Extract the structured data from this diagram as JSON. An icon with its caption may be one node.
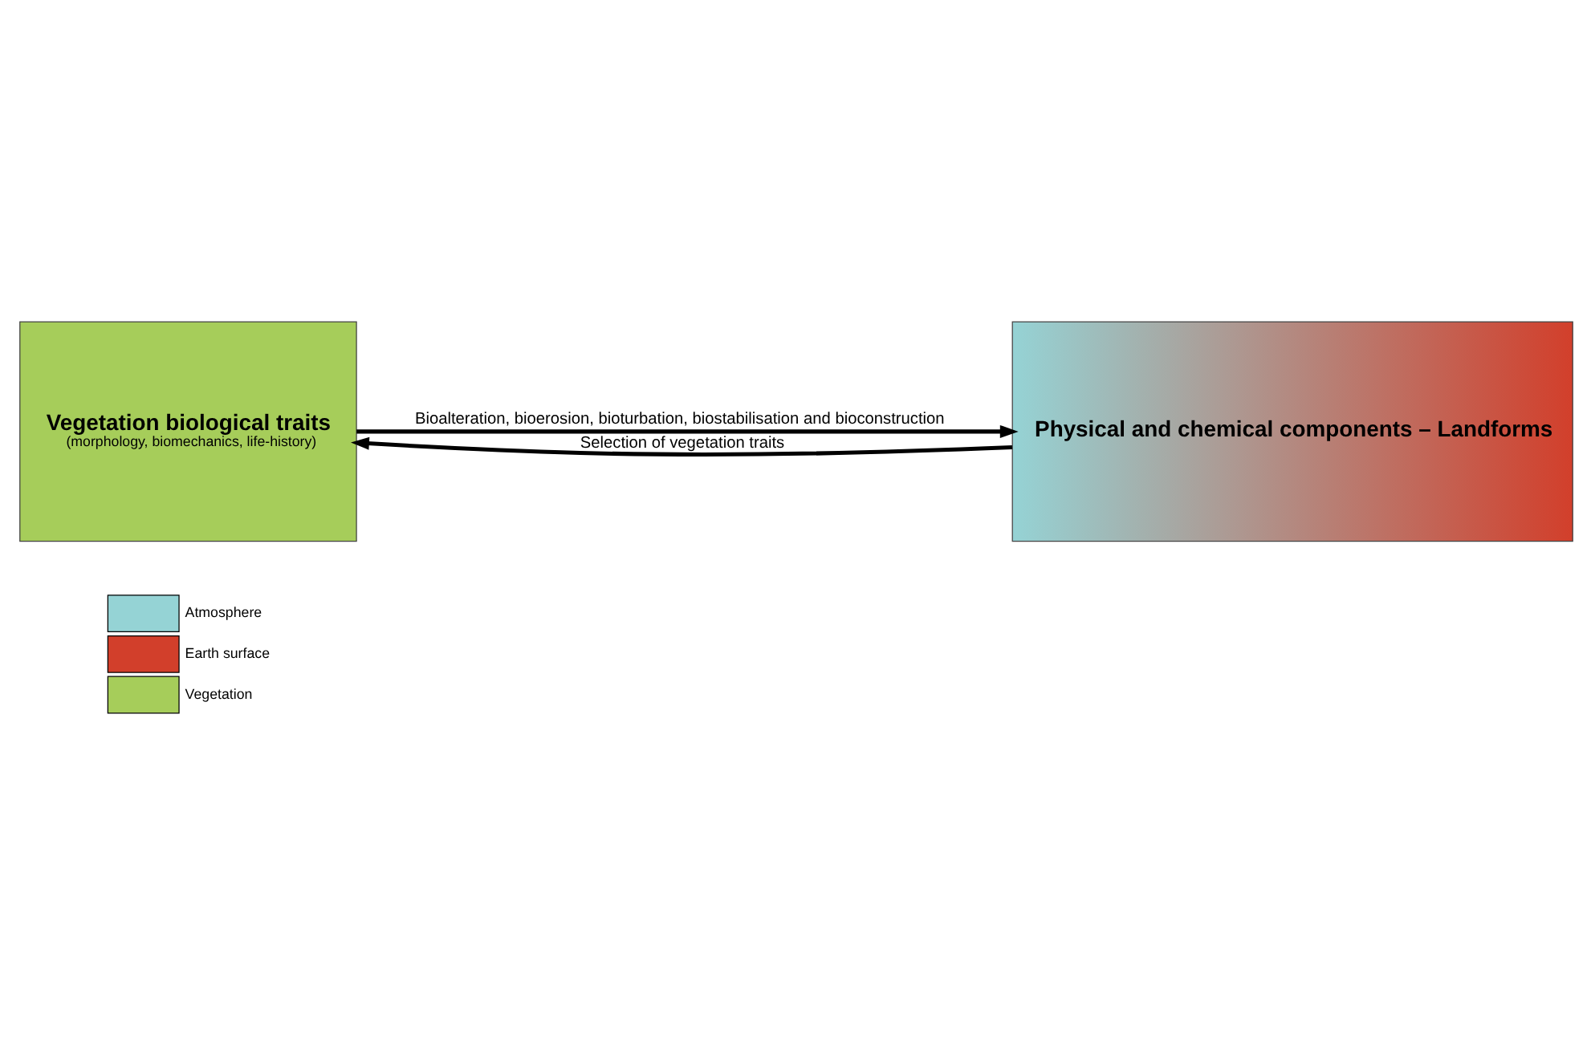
{
  "diagram": {
    "nodes": [
      {
        "text": [
          "Vegetation biological traits",
          "(morphology, biomechanics, life-history)"
        ]
      },
      {
        "text": [
          "Physical and chemical components – Landforms"
        ]
      }
    ],
    "edges": [
      {
        "from": 0,
        "to": 1,
        "arrow": "to",
        "label": "Bioalteration, bioerosion, bioturbation, biostabilisation and bioconstruction"
      },
      {
        "from": 1,
        "to": 0,
        "arrow": "to",
        "label": "Selection of vegetation traits"
      }
    ],
    "legend": [
      {
        "text": "Atmosphere",
        "color": "#95d3d5"
      },
      {
        "text": "Earth surface",
        "color": "#d23f2b"
      },
      {
        "text": "Vegetation",
        "color": "#a6cd5a"
      }
    ]
  }
}
